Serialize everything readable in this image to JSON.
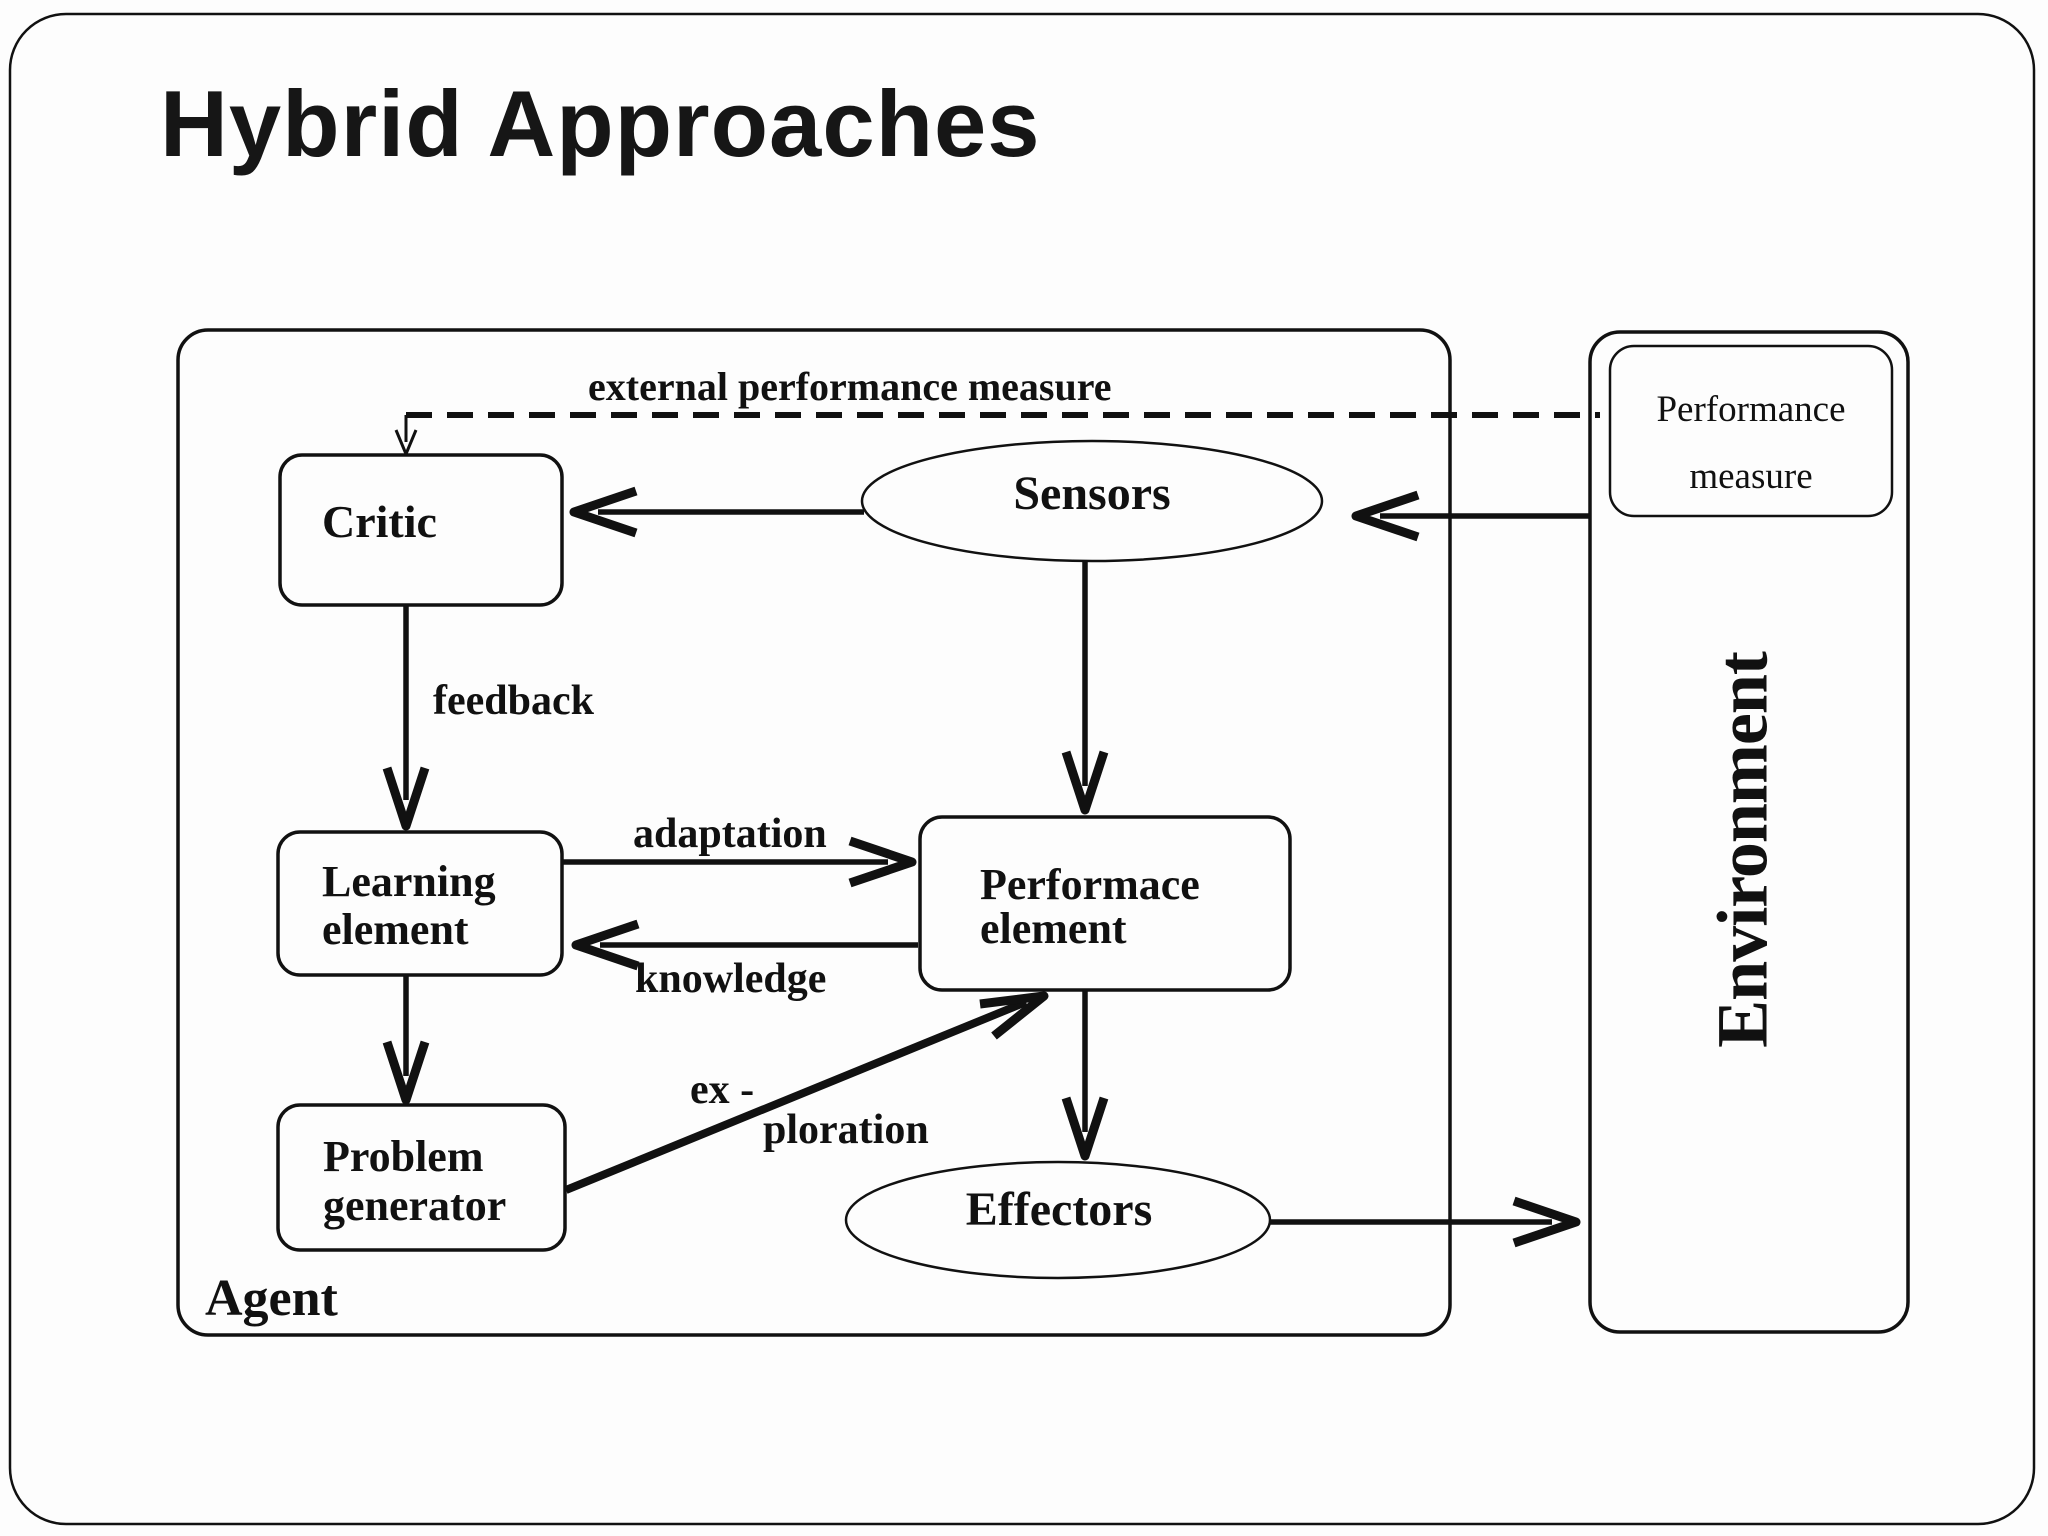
{
  "slide": {
    "title": "Hybrid Approaches"
  },
  "agent": {
    "label": "Agent"
  },
  "environment": {
    "label": "Environment",
    "performance_measure": "Performance\nmeasure"
  },
  "nodes": {
    "critic": "Critic",
    "sensors": "Sensors",
    "learning_element": "Learning\nelement",
    "performance_element": "Performace\nelement",
    "problem_generator": "Problem\ngenerator",
    "effectors": "Effectors"
  },
  "edges": {
    "external_performance_measure": "external performance measure",
    "feedback": "feedback",
    "adaptation": "adaptation",
    "knowledge": "knowledge",
    "exploration_line1": "ex -",
    "exploration_line2": "ploration"
  },
  "colors": {
    "ink": "#111111",
    "background": "#fdfdfd"
  }
}
